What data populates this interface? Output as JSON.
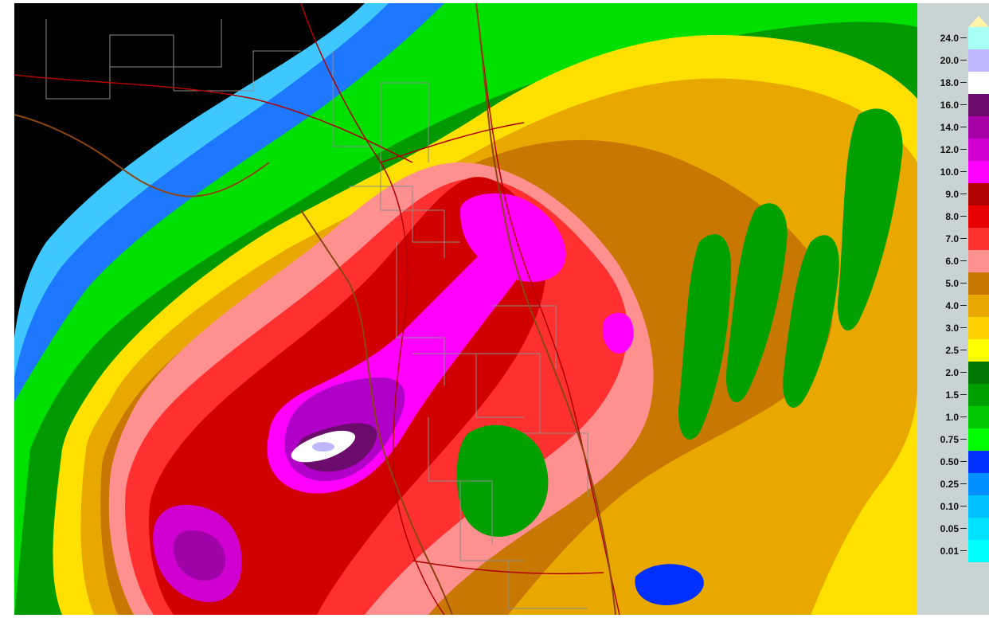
{
  "legend": {
    "cap_color": "#fff4a8",
    "levels": [
      {
        "label": "24.0",
        "color": "#a8fff4"
      },
      {
        "label": "20.0",
        "color": "#c0b8ff"
      },
      {
        "label": "18.0",
        "color": "#ffffff"
      },
      {
        "label": "16.0",
        "color": "#6b0b6b"
      },
      {
        "label": "14.0",
        "color": "#a800a8"
      },
      {
        "label": "12.0",
        "color": "#d100d1"
      },
      {
        "label": "10.0",
        "color": "#ff00ff"
      },
      {
        "label": "9.0",
        "color": "#b00000"
      },
      {
        "label": "8.0",
        "color": "#e80000"
      },
      {
        "label": "7.0",
        "color": "#ff3030"
      },
      {
        "label": "6.0",
        "color": "#ff9090"
      },
      {
        "label": "5.0",
        "color": "#c87800"
      },
      {
        "label": "4.0",
        "color": "#e8a800"
      },
      {
        "label": "3.0",
        "color": "#ffd000"
      },
      {
        "label": "2.5",
        "color": "#ffff00"
      },
      {
        "label": "2.0",
        "color": "#007800"
      },
      {
        "label": "1.5",
        "color": "#00a000"
      },
      {
        "label": "1.0",
        "color": "#00c800"
      },
      {
        "label": "0.75",
        "color": "#00ff00"
      },
      {
        "label": "0.50",
        "color": "#0030ff"
      },
      {
        "label": "0.25",
        "color": "#0090ff"
      },
      {
        "label": "0.10",
        "color": "#00c0ff"
      },
      {
        "label": "0.05",
        "color": "#00e0ff"
      },
      {
        "label": "0.01",
        "color": "#00ffff"
      }
    ]
  },
  "map": {
    "background_color": "#000000",
    "county_line_color": "#8c8c8c",
    "road_color": "#b00000",
    "coastline_color": "#8b4513"
  }
}
